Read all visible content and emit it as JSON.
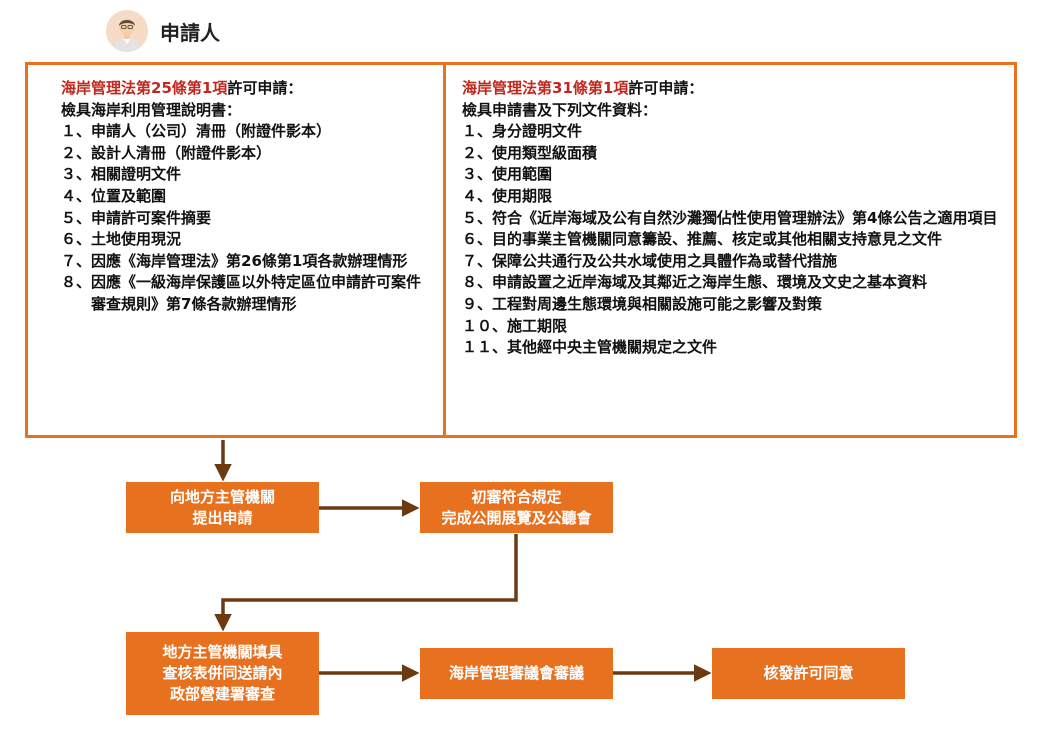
{
  "applicant": {
    "label": "申請人",
    "icon": "person-avatar-icon"
  },
  "left_panel": {
    "heading_law": "海岸管理法第25條第1項",
    "heading_rest": "許可申請：",
    "subheading": "檢具海岸利用管理說明書：",
    "items": [
      {
        "num": "１、",
        "text": "申請人（公司）清冊（附證件影本）"
      },
      {
        "num": "２、",
        "text": "設計人清冊（附證件影本）"
      },
      {
        "num": "３、",
        "text": "相關證明文件"
      },
      {
        "num": "４、",
        "text": "位置及範圍"
      },
      {
        "num": "５、",
        "text": "申請許可案件摘要"
      },
      {
        "num": "６、",
        "text": "土地使用現況"
      },
      {
        "num": "７、",
        "text": "因應《海岸管理法》第26條第1項各款辦理情形"
      },
      {
        "num": "８、",
        "text": "因應《一級海岸保護區以外特定區位申請許可案件審查規則》第7條各款辦理情形"
      }
    ]
  },
  "right_panel": {
    "heading_law": "海岸管理法第31條第1項",
    "heading_rest": "許可申請：",
    "subheading": "檢具申請書及下列文件資料：",
    "items": [
      {
        "num": "１、",
        "text": "身分證明文件"
      },
      {
        "num": "２、",
        "text": "使用類型級面積"
      },
      {
        "num": "３、",
        "text": "使用範圍"
      },
      {
        "num": "４、",
        "text": "使用期限"
      },
      {
        "num": "５、",
        "text": "符合《近岸海域及公有自然沙灘獨佔性使用管理辦法》第4條公告之適用項目"
      },
      {
        "num": "６、",
        "text": "目的事業主管機關同意籌設、推薦、核定或其他相關支持意見之文件"
      },
      {
        "num": "７、",
        "text": "保障公共通行及公共水域使用之具體作為或替代措施"
      },
      {
        "num": "８、",
        "text": "申請設置之近岸海域及其鄰近之海岸生態、環境及文史之基本資料"
      },
      {
        "num": "９、",
        "text": "工程對周邊生態環境與相關設施可能之影響及對策"
      },
      {
        "num": "１０、",
        "text": "施工期限"
      },
      {
        "num": "１１、",
        "text": "其他經中央主管機關規定之文件"
      }
    ]
  },
  "flow": {
    "step1": [
      "向地方主管機關",
      "提出申請"
    ],
    "step2": [
      "初審符合規定",
      "完成公開展覽及公聽會"
    ],
    "step3": [
      "地方主管機關填具",
      "查核表併同送請內",
      "政部營建署審查"
    ],
    "step4": [
      "海岸管理審議會審議"
    ],
    "step5": [
      "核發許可同意"
    ]
  },
  "colors": {
    "accent_orange": "#e8711f",
    "arrow_brown": "#6b3a10",
    "law_red": "#c0281e"
  }
}
